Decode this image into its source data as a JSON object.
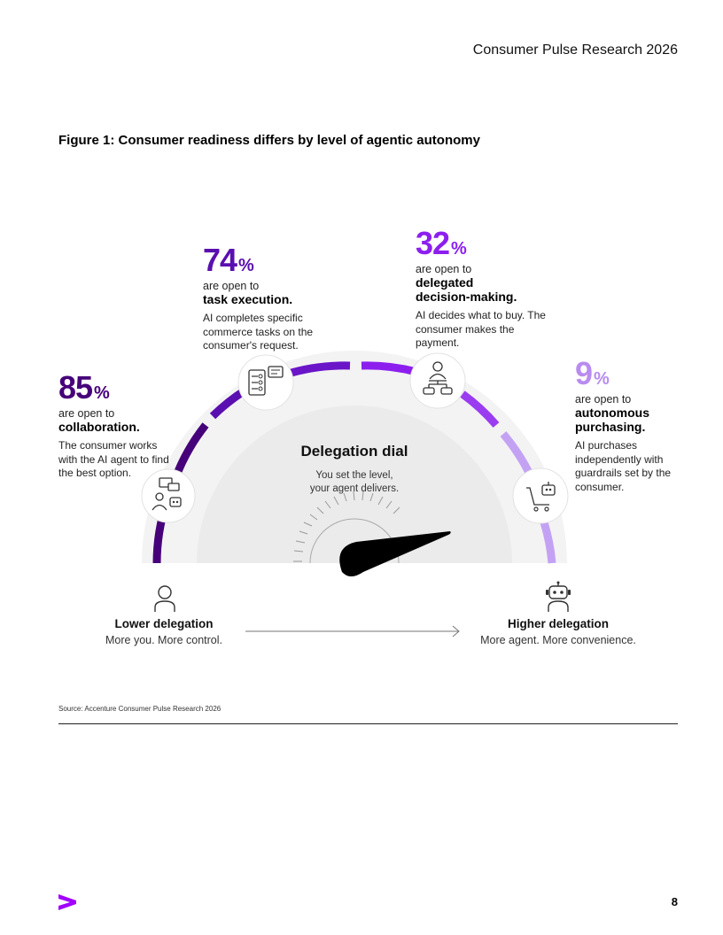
{
  "header": {
    "title": "Consumer Pulse Research 2026"
  },
  "figure": {
    "title": "Figure 1: Consumer readiness differs by level of agentic autonomy"
  },
  "stats": [
    {
      "id": "collaboration",
      "value": "85",
      "unit": "%",
      "open": "are open to",
      "headline": "collaboration.",
      "description": "The consumer works with the AI agent to find the best option.",
      "color": "#46007a"
    },
    {
      "id": "task-execution",
      "value": "74",
      "unit": "%",
      "open": "are open to",
      "headline": "task execution.",
      "description": "AI completes specific commerce tasks on the consumer's request.",
      "color": "#5a0fb0"
    },
    {
      "id": "delegated-decision",
      "value": "32",
      "unit": "%",
      "open": "are open to",
      "headline": "delegated decision-making.",
      "description": "AI decides what to buy. The consumer makes the payment.",
      "color": "#8c1fee"
    },
    {
      "id": "autonomous-purchasing",
      "value": "9",
      "unit": "%",
      "open": "are open to",
      "headline": "autonomous purchasing.",
      "description": "AI purchases independently with guardrails set by the consumer.",
      "color": "#b88cf0"
    }
  ],
  "dial": {
    "title": "Delegation dial",
    "subtitle_line1": "You set the level,",
    "subtitle_line2": "your agent delivers."
  },
  "lower": {
    "label": "Lower delegation",
    "sub": "More you. More control."
  },
  "higher": {
    "label": "Higher delegation",
    "sub": "More agent. More convenience."
  },
  "source": "Source: Accenture Consumer Pulse Research 2026",
  "page_number": "8"
}
